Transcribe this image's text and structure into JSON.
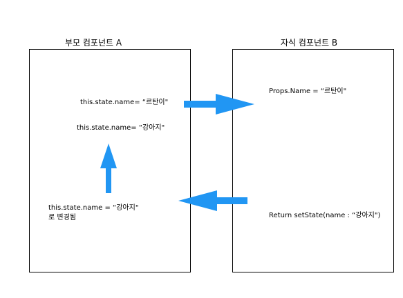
{
  "parent": {
    "title": "부모 컴포넌트 A",
    "state_initial": "this.state.name= “르탄이\"",
    "state_updated": "this.state.name= “강아지\"",
    "state_change_line1": "this.state.name = “강아지\"",
    "state_change_line2": "로 변경됨"
  },
  "child": {
    "title": "자식 컴포넌트 B",
    "props": "Props.Name = “르탄이\"",
    "setstate_call": "Return setState(name : “강아지\")"
  },
  "colors": {
    "arrow": "#2196F3",
    "border": "#000000"
  }
}
